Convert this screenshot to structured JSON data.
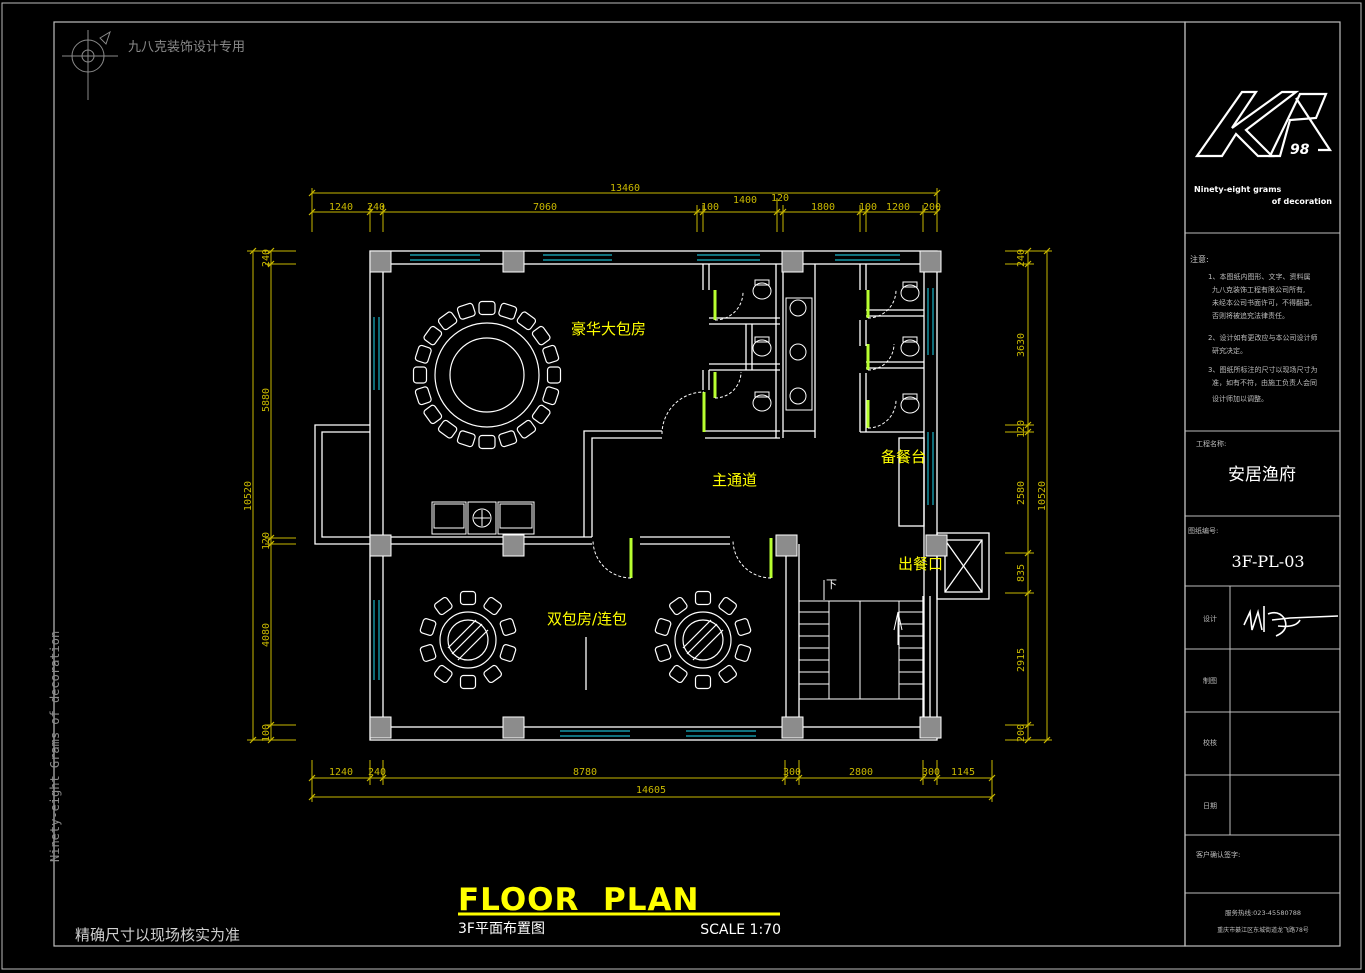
{
  "watermark": {
    "company": "九八克装饰设计专用",
    "vertical": "Ninety-eight Grams of decoration"
  },
  "bottom_note": "精确尺寸以现场核实为准",
  "title": {
    "main": "FLOOR  PLAN",
    "sub": "3F平面布置图",
    "scale": "SCALE 1:70"
  },
  "rooms": {
    "luxury": "豪华大包房",
    "corridor": "主通道",
    "prep": "备餐台",
    "serve": "出餐口",
    "double": "双包房/连包",
    "stair_down": "下"
  },
  "dims": {
    "top_total": "13460",
    "top": [
      "1240",
      "240",
      "7060",
      "100",
      "1400",
      "120",
      "1800",
      "100",
      "1200",
      "200"
    ],
    "bottom": [
      "1240",
      "240",
      "8780",
      "300",
      "2800",
      "300",
      "1145"
    ],
    "bottom_total": "14605",
    "left": [
      "240",
      "5880",
      "120",
      "4080",
      "100"
    ],
    "left_total": "10520",
    "right": [
      "240",
      "3630",
      "120",
      "2580",
      "835",
      "2915",
      "200"
    ],
    "right_total": "10520"
  },
  "side_panel": {
    "logo_text": "KP",
    "logo_num": "98",
    "slogan1": "Ninety-eight grams",
    "slogan2": "of decoration",
    "notes_title": "注意:",
    "notes": [
      "1、本图纸内图形、文字、资料属",
      "九八克装饰工程有限公司所有,",
      "未经本公司书面许可，不得翻录,",
      "否则将被追究法律责任。",
      "2、设计如有更改应与本公司设计师",
      "研究决定。",
      "3、图纸所标注的尺寸以现场尺寸为",
      "准，如有不符，由施工负责人会同",
      "设计师加以调整。"
    ],
    "project_label": "工程名称:",
    "project_name": "安居渔府",
    "drawing_no_label": "图纸编号:",
    "drawing_no": "3F-PL-03",
    "design_label": "设计",
    "draw_label": "制图",
    "check_label": "校核",
    "date_label": "日期",
    "client_label": "客户确认签字:",
    "hotline": "服务热线:023-45580788",
    "address": "重庆市綦江区东城街道龙飞路78号"
  },
  "colors": {
    "wall": "#ffffff",
    "dim": "#d6c400",
    "window": "#19b5c8",
    "door": "#b8ff30",
    "frame": "#9a9a9a",
    "title": "#ffff00"
  }
}
